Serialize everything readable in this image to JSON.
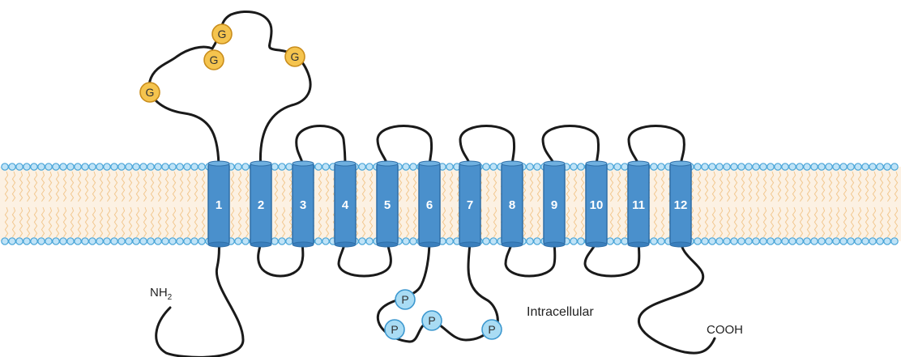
{
  "labels": {
    "n_terminus_main": "NH",
    "n_terminus_sub": "2",
    "c_terminus": "COOH",
    "intracellular": "Intracellular"
  },
  "helices": [
    "1",
    "2",
    "3",
    "4",
    "5",
    "6",
    "7",
    "8",
    "9",
    "10",
    "11",
    "12"
  ],
  "glycosylation": {
    "letter": "G",
    "count": 4
  },
  "phosphorylation": {
    "letter": "P",
    "count": 4
  },
  "colors": {
    "helix": "#4a90cc",
    "helix_edge": "#2f6fa8",
    "head_fill": "#bfe3f7",
    "head_stroke": "#4aa5d8",
    "tail": "#f2c890",
    "bilayer_bg": "#fcf1e3",
    "glyco_fill": "#f5c44e",
    "glyco_stroke": "#c98d1c",
    "phospho_fill": "#a9dcf4",
    "phospho_stroke": "#3d98cf",
    "chain": "#1a1a1a"
  }
}
